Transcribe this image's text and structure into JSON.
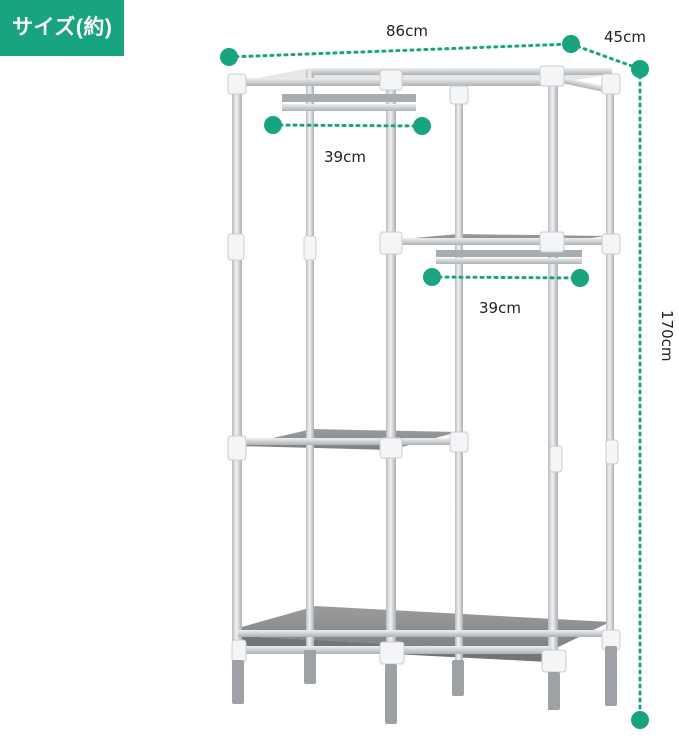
{
  "badge": {
    "label": "サイズ(約)"
  },
  "dimensions": {
    "width": "86cm",
    "depth": "45cm",
    "height": "170cm",
    "upper_rod": "39cm",
    "middle_rod": "39cm"
  },
  "colors": {
    "accent": "#18a47f",
    "frame": "#cfd3d6",
    "fabric": "#8d8f91",
    "joint": "#f4f5f6"
  }
}
